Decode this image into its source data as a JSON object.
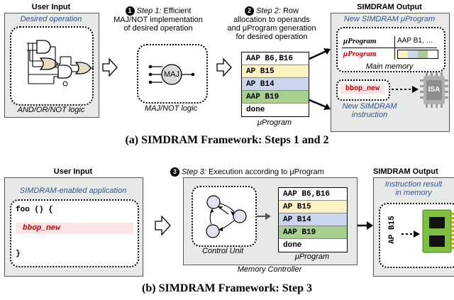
{
  "top": {
    "user_input_title": "User Input",
    "desired_operation": "Desired operation",
    "logic_label": "AND/OR/NOT logic",
    "step1_num": "1",
    "step1_label": "Step 1:",
    "step1_text_a": " Efficient",
    "step1_text_b": "MAJ/NOT implementation",
    "step1_text_c": "of desired operation",
    "maj_label": "MAJ",
    "maj_logic_label": "MAJ/NOT logic",
    "step2_num": "2",
    "step2_label": "Step 2:",
    "step2_text_a": " Row",
    "step2_text_b": "allocation to operands",
    "step2_text_c": "and μProgram generation",
    "step2_text_d": "for desired operation",
    "uprogram_rows": [
      "AAP B6,B16",
      "AP B15",
      "AP B14",
      "AAP B19",
      "done"
    ],
    "uprogram_label": "μProgram",
    "output_title": "SIMDRAM Output",
    "new_uprogram_label": "New SIMDRAM μProgram",
    "mem_header": "μProgram",
    "mem_value": "AAP B1, …",
    "mem_red": "μProgram",
    "main_memory": "Main memory",
    "bbop": "bbop_new",
    "isa": "ISA",
    "new_instruction_a": "New SIMDRAM",
    "new_instruction_b": "instruction",
    "caption": "(a) SIMDRAM Framework: Steps 1 and 2"
  },
  "bottom": {
    "user_input_title": "User Input",
    "app_label": "SIMDRAM-enabled application",
    "code_line1": "foo () {",
    "code_bbop": "bbop_new",
    "code_close": "}",
    "step3_num": "3",
    "step3_label": "Step 3:",
    "step3_text": " Execution according to μProgram",
    "uprogram_rows": [
      "AAP B6,B16",
      "AP B15",
      "AP B14",
      "AAP B19",
      "done"
    ],
    "control_unit": "Control Unit",
    "uprogram_label": "μProgram",
    "memory_controller": "Memory Controller",
    "output_title": "SIMDRAM Output",
    "result_a": "Instruction result",
    "result_b": "in memory",
    "ap_label": "AP B15",
    "caption": "(b) SIMDRAM Framework: Step 3"
  },
  "colors": {
    "panel": "#e7e9e6",
    "yellow": "#fdf2c4",
    "blue": "#c9d6ee",
    "green": "#a8d08d",
    "accent_red": "#c00000",
    "label_blue": "#2f5597"
  }
}
